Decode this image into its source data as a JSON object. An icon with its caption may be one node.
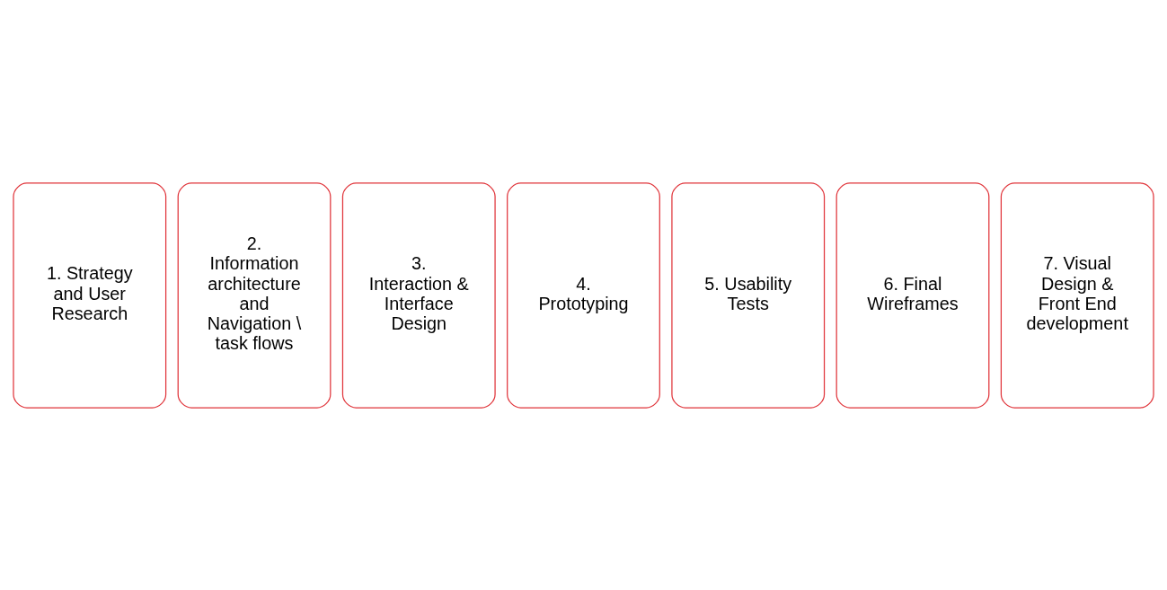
{
  "diagram": {
    "nodes": [
      {
        "text": [
          "1. Strategy and User Research"
        ]
      },
      {
        "text": [
          "2. Information architecture and Navigation \\ task flows"
        ]
      },
      {
        "text": [
          "3. Interaction & Interface Design"
        ]
      },
      {
        "text": [
          "4. Prototyping"
        ]
      },
      {
        "text": [
          "5. Usability Tests"
        ]
      },
      {
        "text": [
          "6. Final Wireframes"
        ]
      },
      {
        "text": [
          "7. Visual Design & Front End development"
        ]
      }
    ],
    "edges": []
  }
}
